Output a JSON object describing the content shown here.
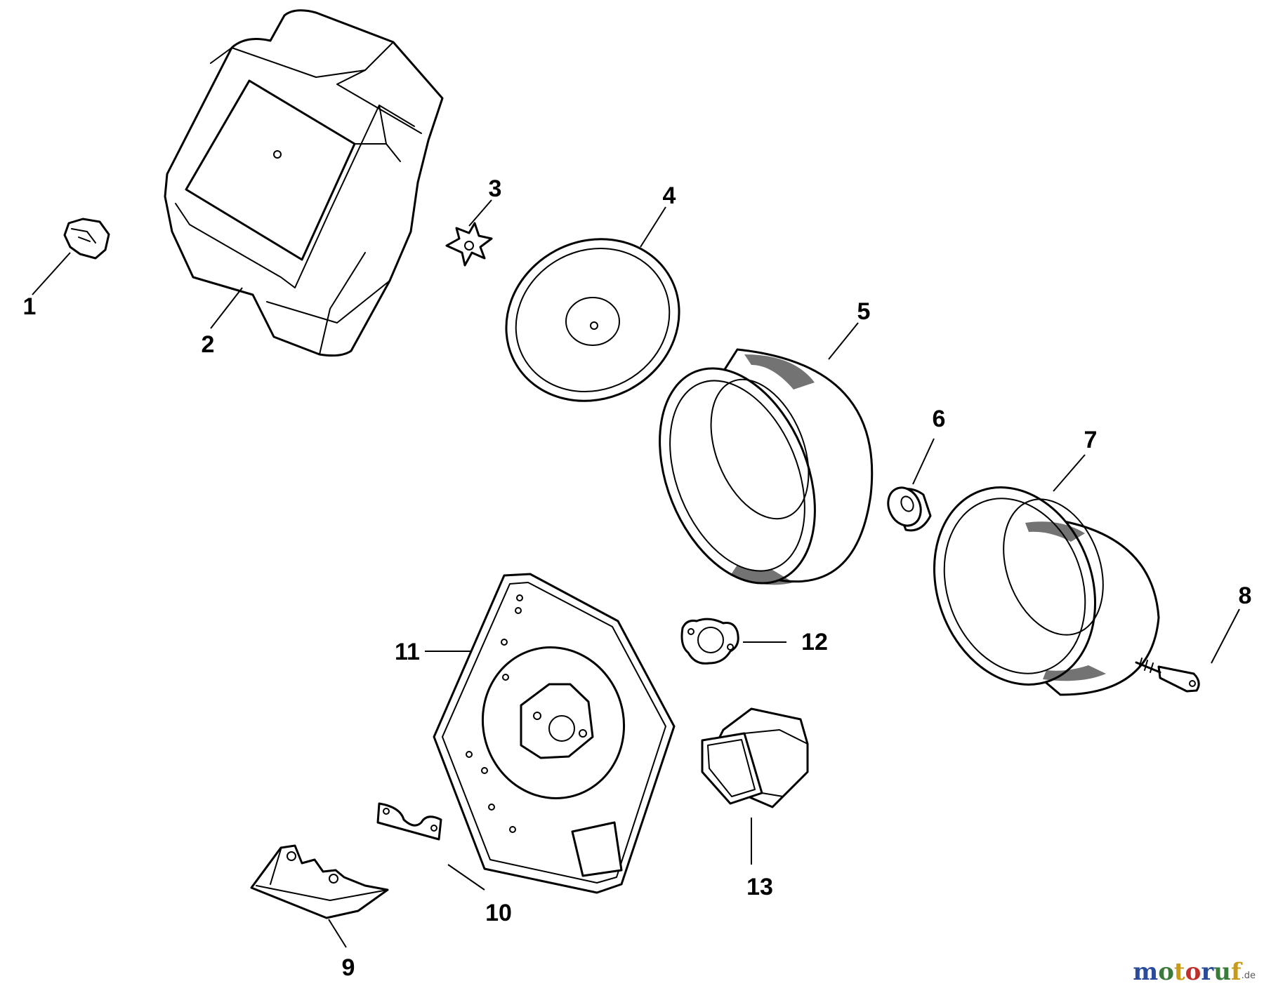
{
  "callouts": [
    "1",
    "2",
    "3",
    "4",
    "5",
    "6",
    "7",
    "8",
    "9",
    "10",
    "11",
    "12",
    "13"
  ],
  "watermark": {
    "letters": [
      "m",
      "o",
      "t",
      "o",
      "r",
      "u",
      "f"
    ],
    "suffix": ".de",
    "colors": [
      "#2a4a9a",
      "#3a7a3a",
      "#c89a1a",
      "#c0302a",
      "#2a4a9a",
      "#3a7a3a",
      "#c89a1a"
    ]
  }
}
